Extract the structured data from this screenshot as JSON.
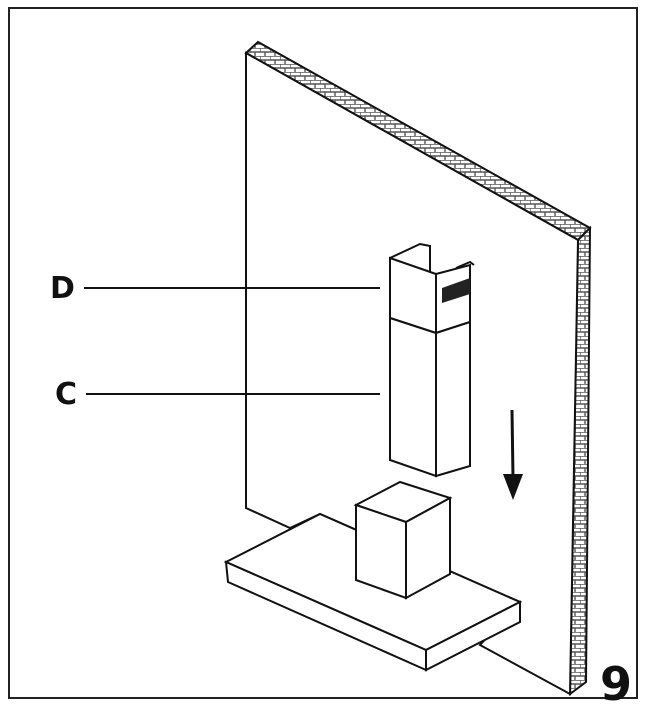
{
  "figure": {
    "labels": {
      "d": "D",
      "c": "C"
    },
    "step_number": "9"
  },
  "colors": {
    "ink": "#111111",
    "paper": "#ffffff",
    "brick": "#8a8a8a"
  }
}
